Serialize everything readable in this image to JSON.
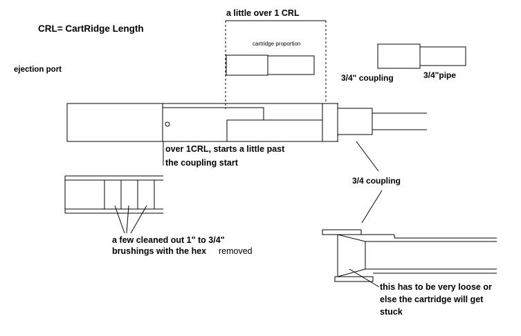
{
  "labels": {
    "crl_definition": "CRL= CartRidge Length",
    "ejection_port": "ejection port",
    "little_over_crl": "a little over 1 CRL",
    "cartridge_proportion": "cartridge proportion",
    "coupling_34_quote": "3/4\" coupling",
    "pipe_34": "3/4\"pipe",
    "over_crl_line1": "over 1CRL, starts a little past",
    "over_crl_line2": "the coupling start",
    "coupling_34": "3/4 coupling",
    "bushings_line1": "a few cleaned out 1\" to 3/4\"",
    "bushings_line2a": "brushings with the hex",
    "bushings_line2b": "removed",
    "loose_line1": "this has to be very loose or",
    "loose_line2": "else the cartridge will get",
    "loose_line3": "stuck"
  }
}
